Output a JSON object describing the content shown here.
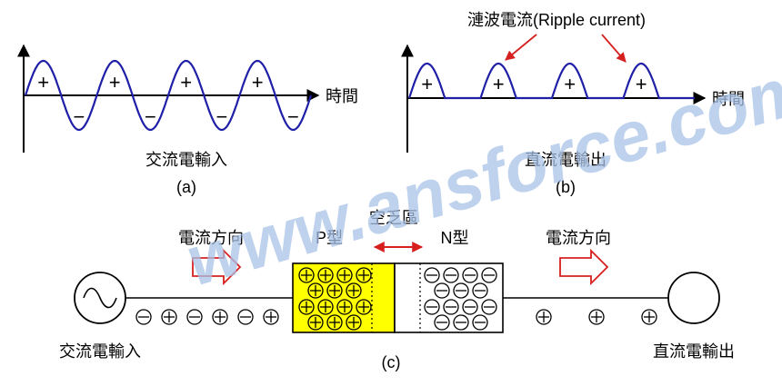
{
  "panel_a": {
    "time_label": "時間",
    "caption": "交流電輸入",
    "tag": "(a)",
    "wave_color": "#1f1fa8",
    "signs": [
      "+",
      "−",
      "+",
      "−",
      "+",
      "−",
      "+",
      "−"
    ]
  },
  "panel_b": {
    "time_label": "時間",
    "caption": "直流電輸出",
    "tag": "(b)",
    "ripple_label": "漣波電流(Ripple current)",
    "signs": [
      "+",
      "+",
      "+",
      "+"
    ],
    "arrow_color": "#d62020"
  },
  "panel_c": {
    "tag": "(c)",
    "current_direction_left": "電流方向",
    "current_direction_right": "電流方向",
    "p_type": "P型",
    "n_type": "N型",
    "depletion_region": "空乏區",
    "input_label": "交流電輸入",
    "output_label": "直流電輸出",
    "p_color": "#ffff00",
    "wire_signs_left": [
      "⊖",
      "⊕",
      "⊖",
      "⊕",
      "⊖",
      "⊕"
    ],
    "wire_signs_right": [
      "⊕",
      "⊕",
      "⊕"
    ]
  },
  "watermark": "www.ansforce.com",
  "watermark_color": "#a9c3e8"
}
